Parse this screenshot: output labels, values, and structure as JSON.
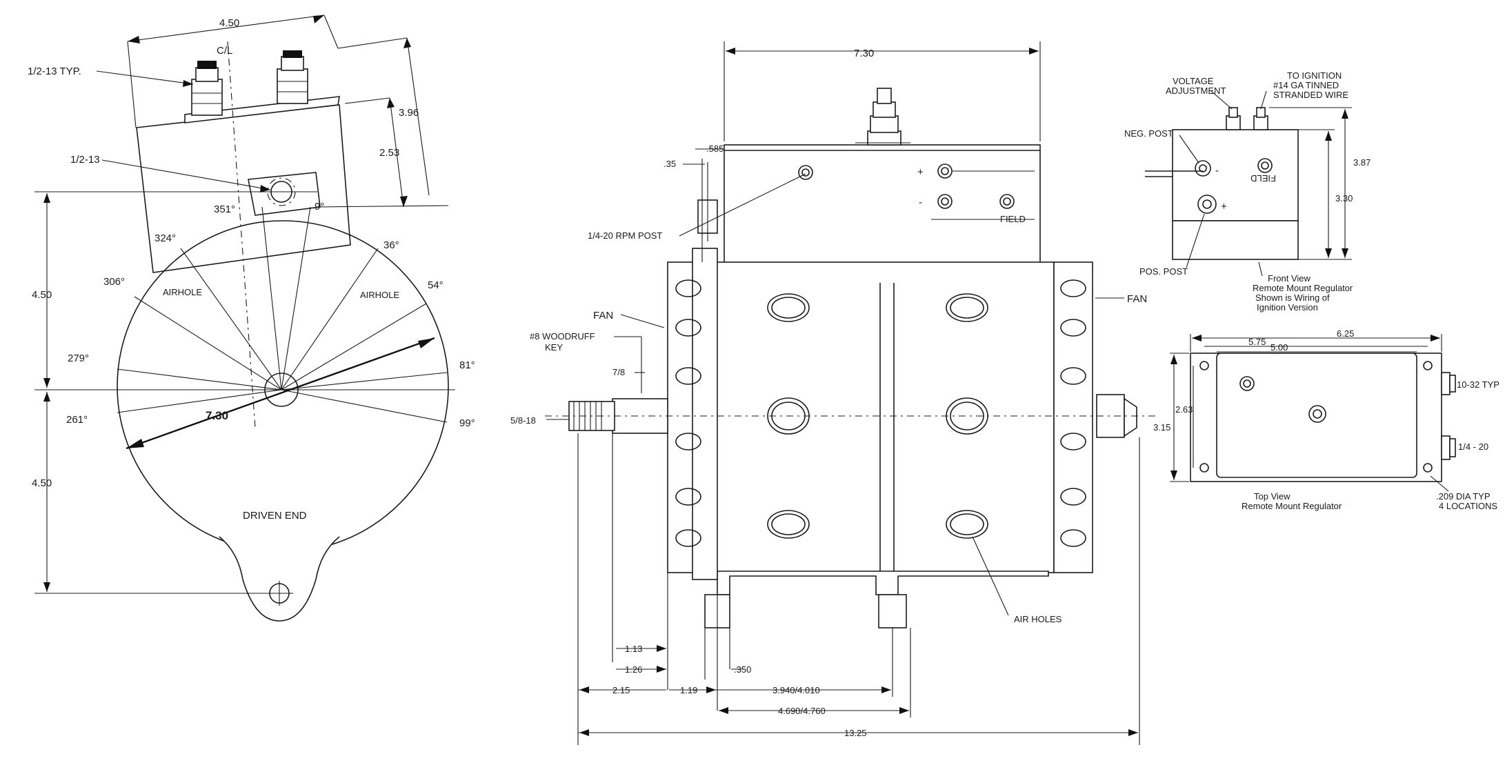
{
  "end_view": {
    "terminal_thread": "1/2-13 TYP.",
    "centerline": "C/L",
    "mount_thread": "1/2-13",
    "width_dim": "4.50",
    "height_dim_outer": "3.96",
    "height_dim_inner": "2.53",
    "upper_half_dim": "4.50",
    "lower_half_dim": "4.50",
    "diameter_dim": "7.30",
    "label": "DRIVEN END",
    "airhole_left": "AIRHOLE",
    "airhole_right": "AIRHOLE",
    "angles": {
      "a351": "351°",
      "a9": "9°",
      "a324": "324°",
      "a36": "36°",
      "a306": "306°",
      "a54": "54°",
      "a279": "279°",
      "a81": "81°",
      "a261": "261°",
      "a99": "99°"
    }
  },
  "side_view": {
    "length_top": "7.30",
    "dim_585": ".585",
    "dim_35": ".35",
    "rpm_post": "1/4-20 RPM POST",
    "fan_left": "FAN",
    "fan_right": "FAN",
    "woodruff_key": "#8 WOODRUFF",
    "woodruff_key2": "KEY",
    "dim_78": "7/8",
    "shaft_thread": "5/8-18",
    "field_label": "FIELD",
    "plus": "+",
    "minus": "-",
    "air_holes": "AIR HOLES",
    "dim_113": "1.13",
    "dim_126": "1.26",
    "dim_350": ".350",
    "dim_215": "2.15",
    "dim_119": "1.19",
    "dim_3940": "3.940/4.010",
    "dim_4690": "4.690/4.760",
    "dim_1325": "13.25"
  },
  "regulator_front": {
    "voltage_adj_1": "VOLTAGE",
    "voltage_adj_2": "ADJUSTMENT",
    "ignition_1": "TO IGNITION",
    "ignition_2": "#14 GA TINNED",
    "ignition_3": "STRANDED WIRE",
    "neg_post": "NEG. POST",
    "pos_post": "POS. POST",
    "field": "FIELD",
    "minus": "-",
    "plus": "+",
    "dim_387": "3.87",
    "dim_330": "3.30",
    "caption_1": "Front View",
    "caption_2": "Remote Mount Regulator",
    "caption_3": "Shown is Wiring of",
    "caption_4": "Ignition Version"
  },
  "regulator_top": {
    "dim_625": "6.25",
    "dim_575": "5.75",
    "dim_500": "5.00",
    "dim_263": "2.63",
    "dim_315": "3.15",
    "thread_1032": "10-32 TYP",
    "thread_1420": "1/4 - 20",
    "hole_1": ".209 DIA TYP",
    "hole_2": "4 LOCATIONS",
    "caption_1": "Top View",
    "caption_2": "Remote Mount Regulator"
  }
}
